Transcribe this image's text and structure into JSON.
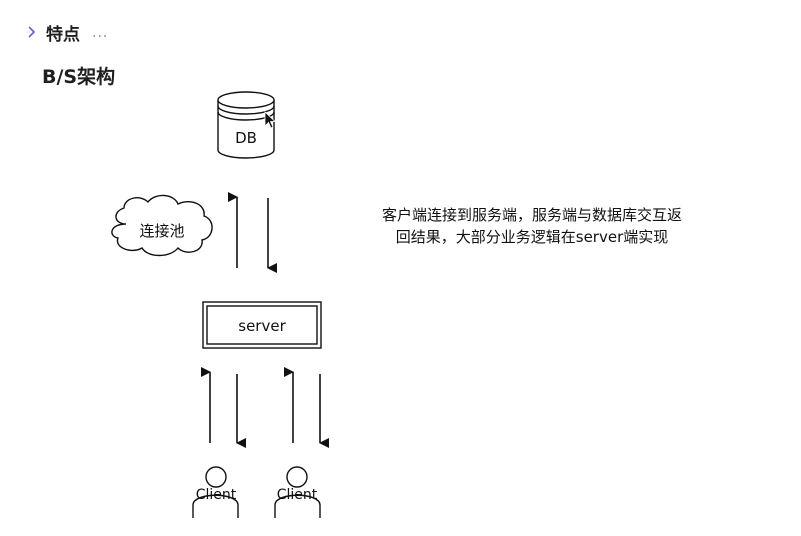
{
  "feature_heading": {
    "title": "特点",
    "more": "...",
    "chevron_icon": "chevron-right-icon",
    "chevron_color": "#6b5bd6"
  },
  "section": {
    "title": "B/S架构"
  },
  "diagram": {
    "db_label": "DB",
    "pool_label": "连接池",
    "server_label": "server",
    "client_label": "Client",
    "note_line1": "客户端连接到服务端，服务端与数据库交互返",
    "note_line2": "回结果，大部分业务逻辑在server端实现"
  }
}
